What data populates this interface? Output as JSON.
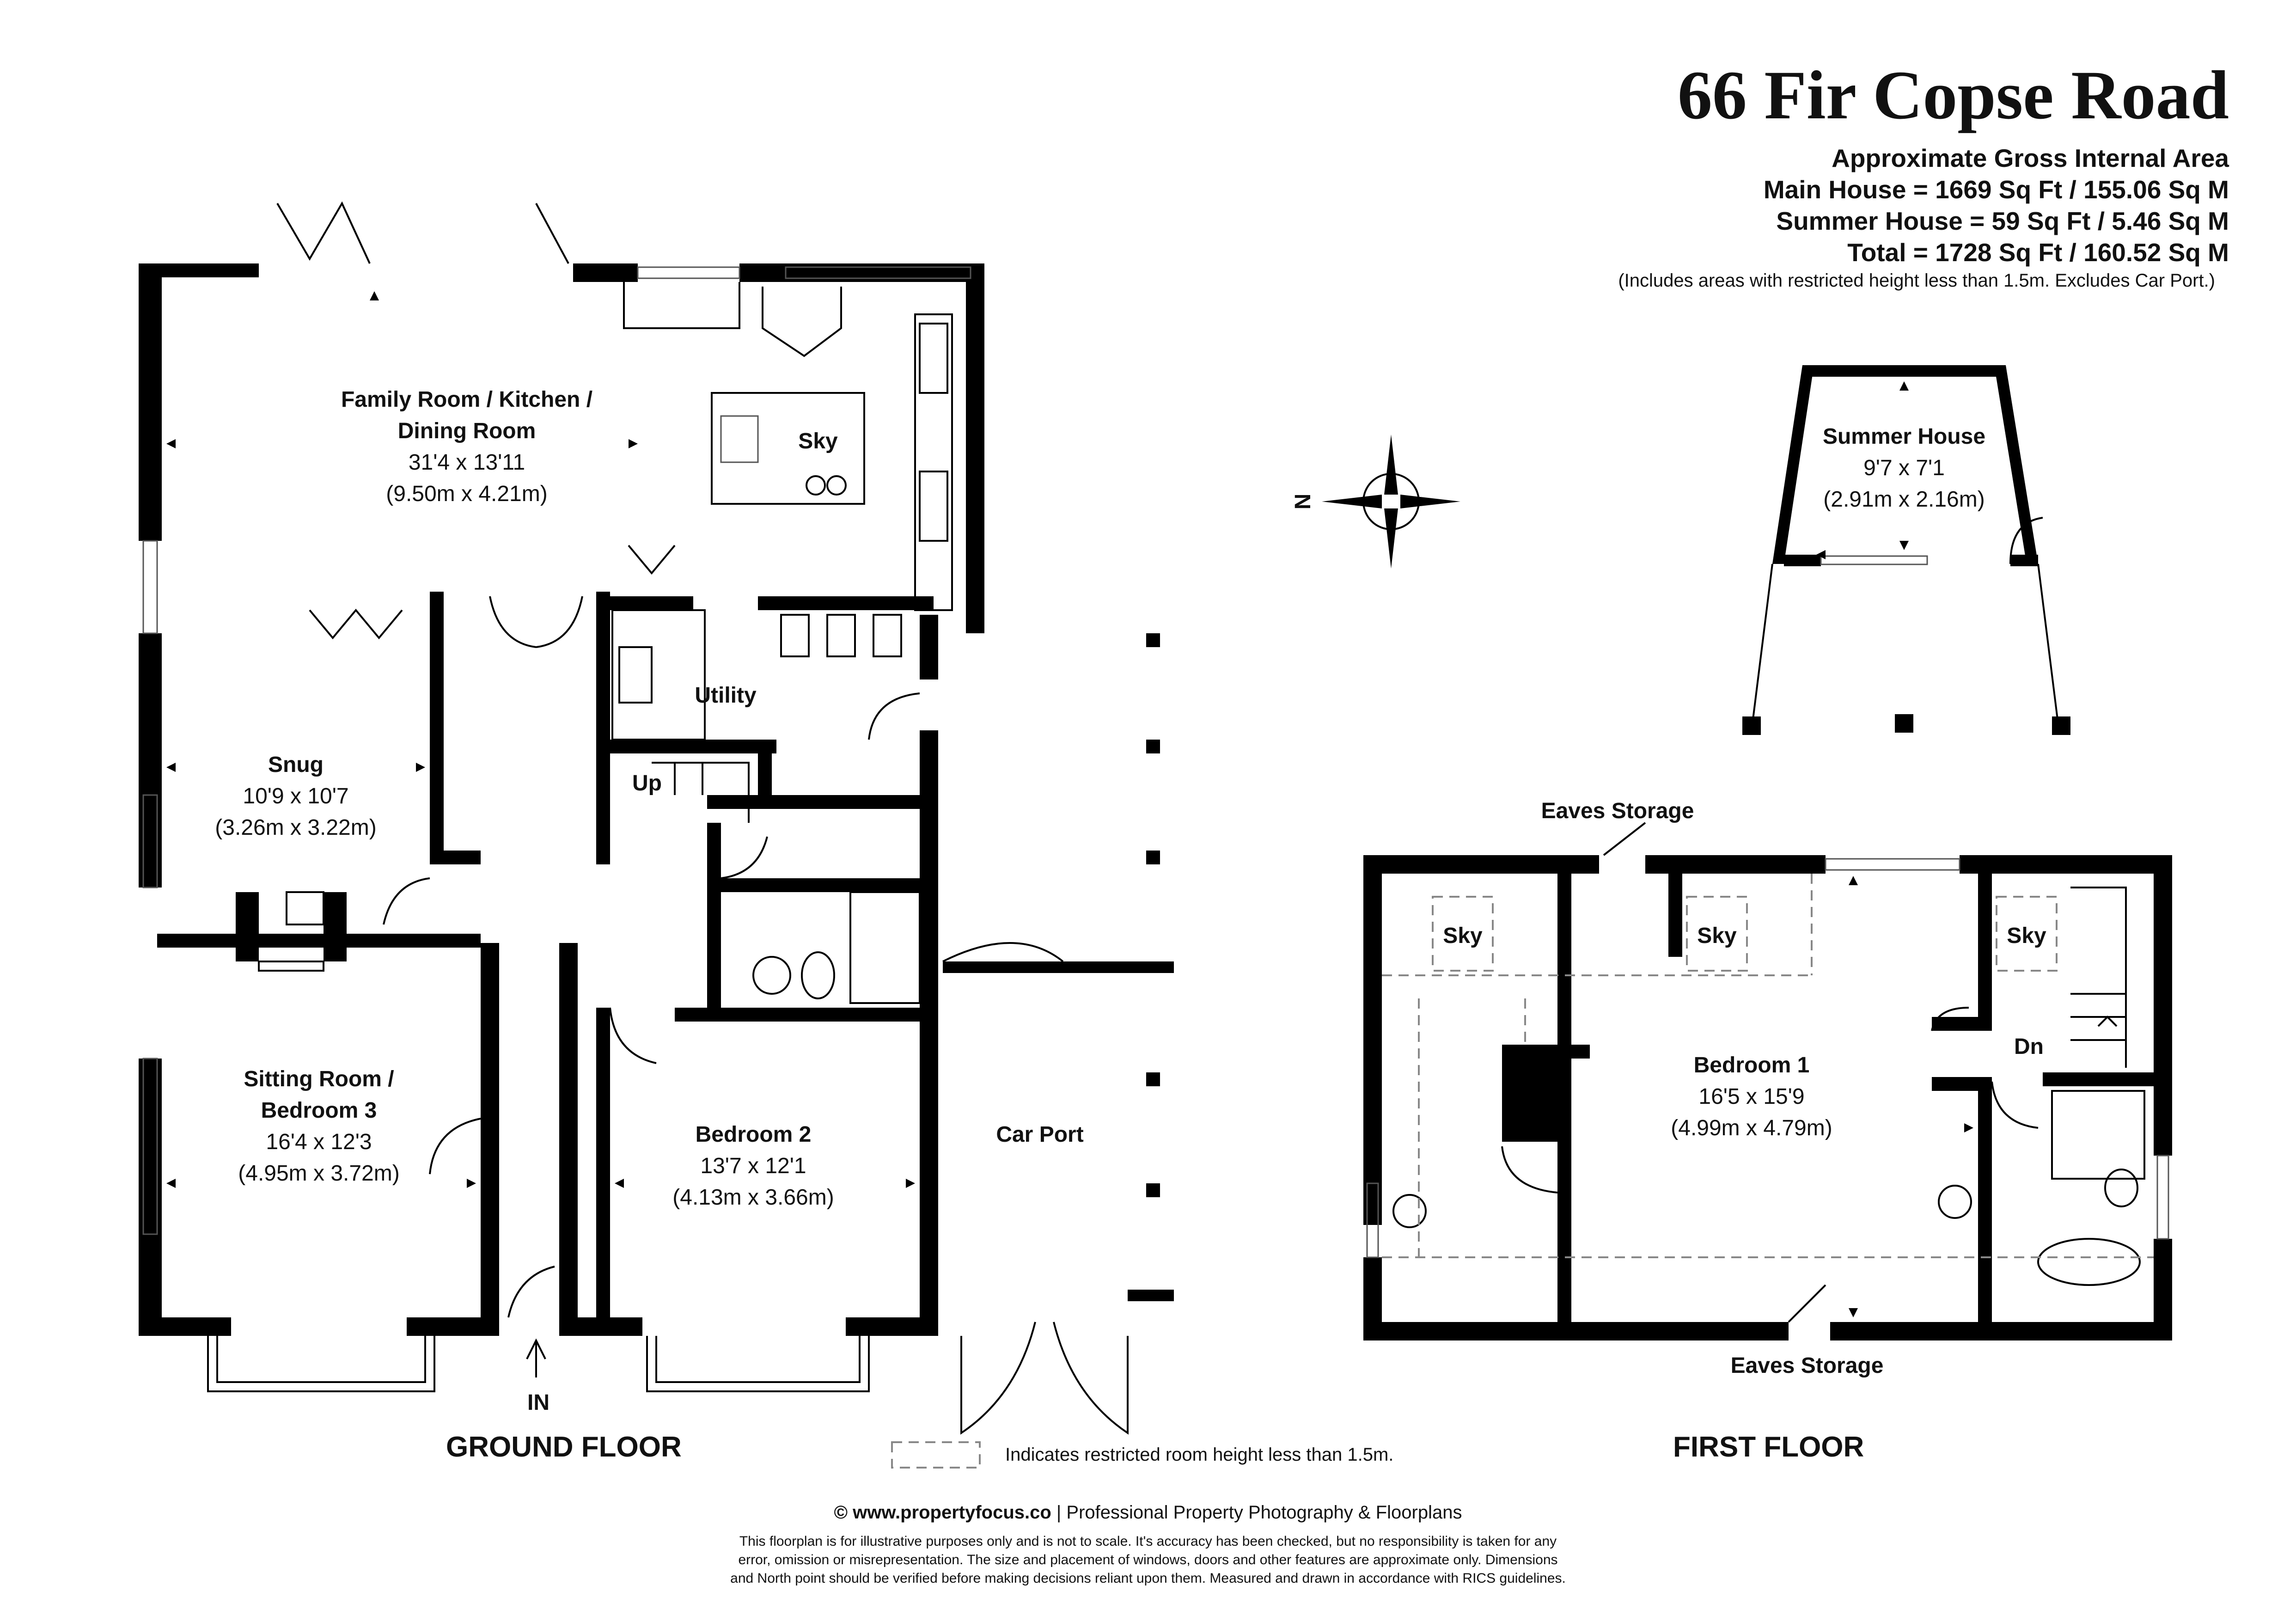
{
  "header": {
    "title": "66 Fir Copse Road",
    "area_heading": "Approximate Gross Internal Area",
    "main_house": "Main House = 1669 Sq Ft / 155.06 Sq M",
    "summer_house": "Summer House = 59 Sq Ft / 5.46 Sq M",
    "total": "Total = 1728 Sq Ft / 160.52 Sq M",
    "note": "(Includes areas with restricted height less than 1.5m. Excludes Car Port.)"
  },
  "ground_floor": {
    "label": "GROUND FLOOR",
    "family_room": {
      "name1": "Family Room / Kitchen /",
      "name2": "Dining Room",
      "imperial": "31'4 x 13'11",
      "metric": "(9.50m x 4.21m)"
    },
    "sky": "Sky",
    "snug": {
      "name": "Snug",
      "imperial": "10'9 x 10'7",
      "metric": "(3.26m x 3.22m)"
    },
    "utility": "Utility",
    "up": "Up",
    "sitting_room": {
      "name1": "Sitting Room /",
      "name2": "Bedroom 3",
      "imperial": "16'4 x 12'3",
      "metric": "(4.95m x 3.72m)"
    },
    "bedroom2": {
      "name": "Bedroom 2",
      "imperial": "13'7 x 12'1",
      "metric": "(4.13m x 3.66m)"
    },
    "car_port": "Car Port",
    "entrance": "IN"
  },
  "compass": {
    "north": "N"
  },
  "summer_house": {
    "name": "Summer House",
    "imperial": "9'7 x 7'1",
    "metric": "(2.91m x 2.16m)"
  },
  "first_floor": {
    "label": "FIRST FLOOR",
    "eaves_top": "Eaves Storage",
    "eaves_bottom": "Eaves Storage",
    "sky": "Sky",
    "dn": "Dn",
    "bedroom1": {
      "name": "Bedroom 1",
      "imperial": "16'5 x 15'9",
      "metric": "(4.99m x 4.79m)"
    }
  },
  "legend": "Indicates restricted room height less than 1.5m.",
  "footer": {
    "credit_bold": "© www.propertyfocus.co",
    "credit_rest": " | Professional Property Photography & Floorplans",
    "disclaimer1": "This floorplan is for illustrative purposes only and is not to scale. It's accuracy has been checked, but no responsibility is taken for any",
    "disclaimer2": "error, omission or misrepresentation. The size and placement of windows, doors and other features are approximate only. Dimensions",
    "disclaimer3": "and North point should be verified before making decisions reliant upon them. Measured and drawn in accordance with RICS guidelines."
  }
}
